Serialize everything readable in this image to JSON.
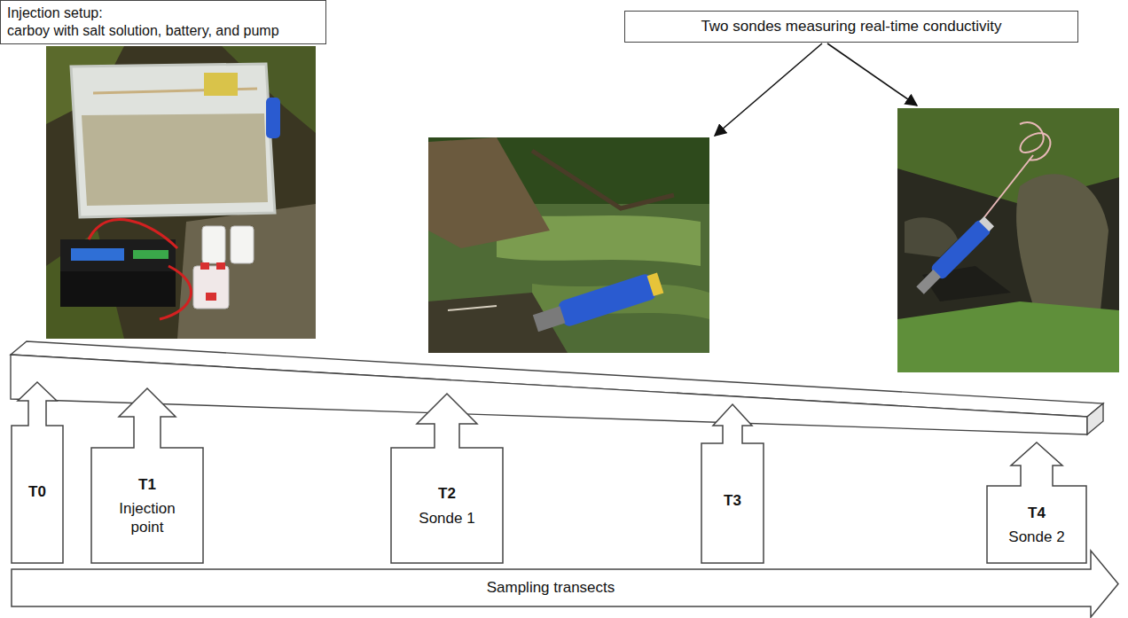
{
  "diagram": {
    "nodes": [
      {
        "text": [
          "Injection setup:",
          "carboy with salt solution, battery, and pump"
        ]
      },
      {
        "text": [
          "Two sondes measuring real-time conductivity"
        ]
      },
      {
        "text": [
          "T0"
        ]
      },
      {
        "text": [
          "T1",
          "Injection point"
        ]
      },
      {
        "text": [
          "T2",
          "Sonde 1"
        ]
      },
      {
        "text": [
          "T3"
        ]
      },
      {
        "text": [
          "T4",
          "Sonde 2"
        ]
      },
      {
        "text": [
          "Sampling transects"
        ]
      }
    ]
  }
}
